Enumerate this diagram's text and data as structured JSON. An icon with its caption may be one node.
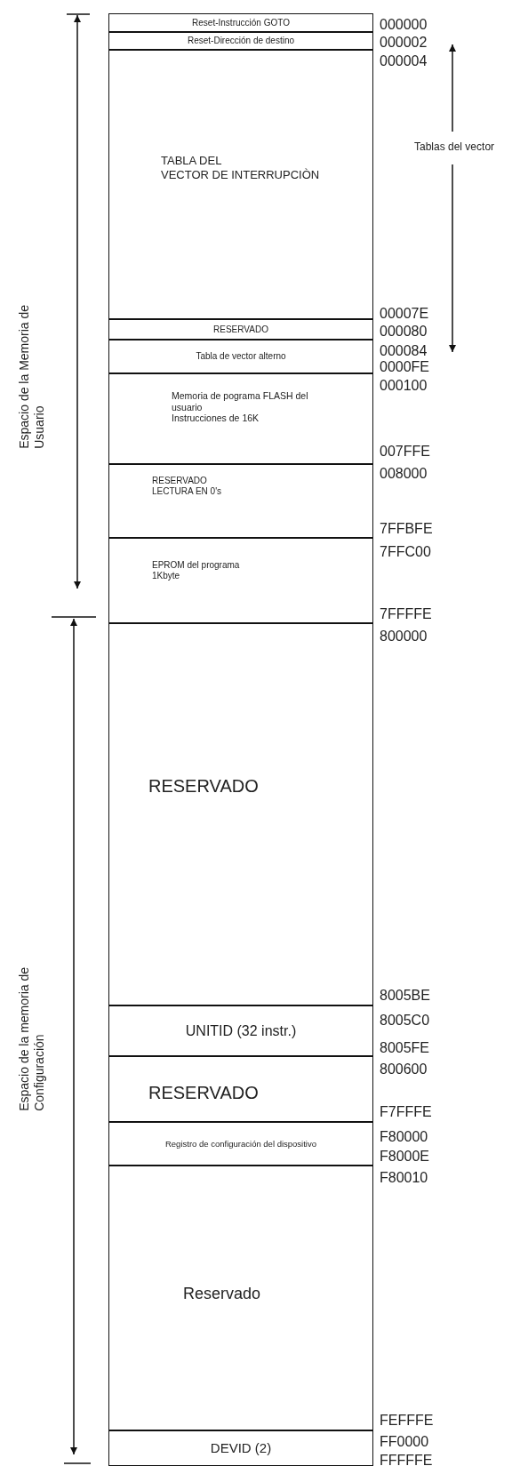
{
  "diagram": {
    "nodes": [
      {
        "text": [
          "Reset-Instrucción GOTO"
        ]
      },
      {
        "text": [
          "Reset-Dirección de destino"
        ]
      },
      {
        "text": [
          "TABLA DEL",
          "VECTOR DE INTERRUPCIÒN"
        ]
      },
      {
        "text": [
          "RESERVADO"
        ]
      },
      {
        "text": [
          "Tabla de vector alterno"
        ]
      },
      {
        "text": [
          "Memoria de pograma FLASH del usuario",
          "Instrucciones de 16K"
        ]
      },
      {
        "text": [
          "RESERVADO",
          "LECTURA EN 0's"
        ]
      },
      {
        "text": [
          "EPROM del programa",
          "1Kbyte"
        ]
      },
      {
        "text": [
          "RESERVADO"
        ]
      },
      {
        "text": [
          "UNITID (32 instr.)"
        ]
      },
      {
        "text": [
          "RESERVADO"
        ]
      },
      {
        "text": [
          "Registro de configuración del dispositivo"
        ]
      },
      {
        "text": [
          "Reservado"
        ]
      },
      {
        "text": [
          "DEVID (2)"
        ]
      }
    ],
    "labels": [
      "000000",
      "000002",
      "000004",
      "Tablas del vector",
      "00007E",
      "000080",
      "000084",
      "0000FE",
      "000100",
      "007FFE",
      "008000",
      "7FFBFE",
      "7FFC00",
      "7FFFFE",
      "800000",
      "8005BE",
      "8005C0",
      "8005FE",
      "800600",
      "F7FFFE",
      "F80000",
      "F8000E",
      "F80010",
      "FEFFFE",
      "FF0000",
      "FFFFFE",
      "Espacio de la Memoria de Usuario",
      "Espacio de la memoria de Configuración"
    ]
  }
}
